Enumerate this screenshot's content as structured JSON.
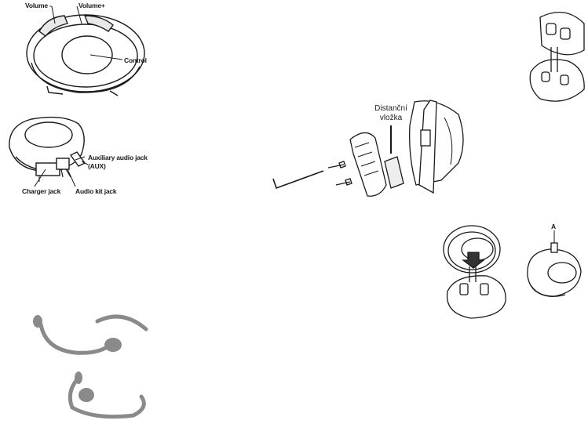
{
  "labels": {
    "volume_minus": "Volume -",
    "volume_plus": "Volume+",
    "control": "Control",
    "aux_jack_line1": "Auxiliary audio jack",
    "aux_jack_line2": "(AUX)",
    "charger_jack": "Charger jack",
    "audio_kit_jack": "Audio kit jack",
    "spacer_line1": "Distanční",
    "spacer_line2": "vložka",
    "marker_a": "A"
  },
  "colors": {
    "line": "#1a1a1a",
    "headset_gray": "#8a8a8a",
    "shade": "#d6d6d6"
  }
}
